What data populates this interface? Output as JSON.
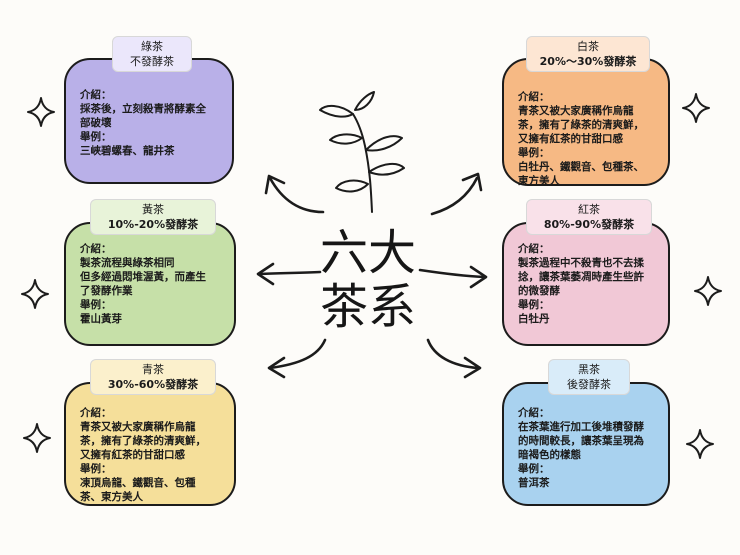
{
  "center": {
    "line1": "六大",
    "line2": "茶系"
  },
  "cards": {
    "green": {
      "name": "綠茶",
      "ferment": "不發酵茶",
      "color": "#b9b0e8",
      "tag_bg": "#ebe7fb",
      "body": "介紹：\n採茶後，立刻殺青將酵素全\n部破壞\n舉例：\n三峽碧螺春、龍井茶"
    },
    "white": {
      "name": "白茶",
      "ferment": "20%～30%發酵茶",
      "color": "#f6b984",
      "tag_bg": "#fde6d3",
      "body": "介紹：\n青茶又被大家廣稱作烏龍\n茶，擁有了綠茶的清爽鮮，\n又擁有紅茶的甘甜口感\n舉例：\n白牡丹、鐵觀音、包種茶、\n東方美人"
    },
    "yellow": {
      "name": "黃茶",
      "ferment": "10%-20%發酵茶",
      "color": "#c6e0a8",
      "tag_bg": "#e8f3d9",
      "body": "介紹：\n製茶流程與綠茶相同\n但多經過悶堆渥黃，而產生\n了發酵作業\n舉例：\n霍山黃芽"
    },
    "red": {
      "name": "紅茶",
      "ferment": "80%-90%發酵茶",
      "color": "#f1c8d6",
      "tag_bg": "#f9e1e9",
      "body": "介紹：\n製茶過程中不殺青也不去揉\n捻，讓茶葉萎凋時產生些許\n的微發酵\n舉例：\n白牡丹"
    },
    "oolong": {
      "name": "青茶",
      "ferment": "30%-60%發酵茶",
      "color": "#f5df9a",
      "tag_bg": "#fbf0cc",
      "body": "介紹：\n青茶又被大家廣稱作烏龍\n茶，擁有了綠茶的清爽鮮，\n又擁有紅茶的甘甜口感\n舉例：\n凍頂烏龍、鐵觀音、包種\n茶、東方美人"
    },
    "dark": {
      "name": "黑茶",
      "ferment": "後發酵茶",
      "color": "#a9d2ef",
      "tag_bg": "#d9ecf9",
      "body": "介紹：\n在茶葉進行加工後堆積發酵\n的時間較長，讓茶葉呈現為\n暗褐色的樣態\n舉例：\n普洱茶"
    }
  }
}
